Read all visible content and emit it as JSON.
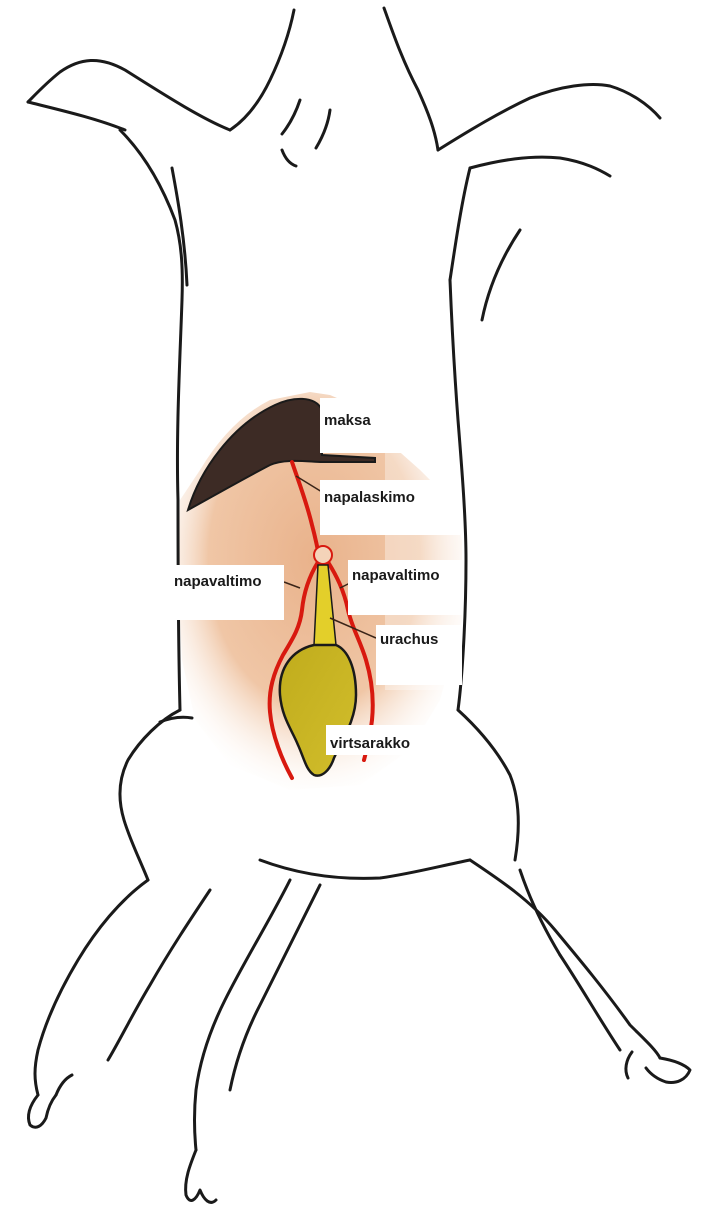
{
  "labels": {
    "liver": "maksa",
    "umbilical_vein": "napalaskimo",
    "umbilical_artery_left": "napavaltimo",
    "umbilical_artery_right": "napavaltimo",
    "urachus": "urachus",
    "bladder": "virtsarakko"
  },
  "colors": {
    "outline": "#1a1a1a",
    "abdomen": "#eab48d",
    "liver": "#3d2b25",
    "vessels": "#d8190f",
    "bladder": "#c9b522",
    "urachus": "#e3cf2a"
  }
}
